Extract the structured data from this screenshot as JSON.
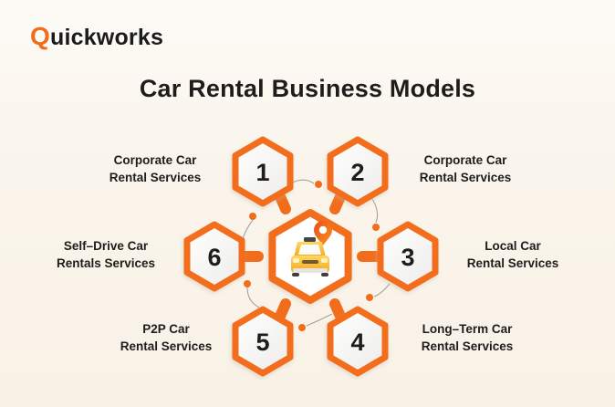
{
  "brand": {
    "q": "Q",
    "rest": "uickworks"
  },
  "title": "Car Rental Business Models",
  "center": {
    "icon": "taxi-with-location-pin"
  },
  "items": [
    {
      "number": "1",
      "label": "Corporate Car\nRental Services",
      "position": "top-left"
    },
    {
      "number": "2",
      "label": "Corporate Car\nRental Services",
      "position": "top-right"
    },
    {
      "number": "3",
      "label": "Local Car\nRental Services",
      "position": "right"
    },
    {
      "number": "4",
      "label": "Long–Term Car\nRental Services",
      "position": "bottom-right"
    },
    {
      "number": "5",
      "label": "P2P Car\nRental Services",
      "position": "bottom-left"
    },
    {
      "number": "6",
      "label": "Self–Drive Car\nRentals Services",
      "position": "left"
    }
  ],
  "colors": {
    "accent": "#F26D1B",
    "background": "#FAF5EC",
    "text": "#1E1D1B",
    "connector": "#A6A29B"
  }
}
